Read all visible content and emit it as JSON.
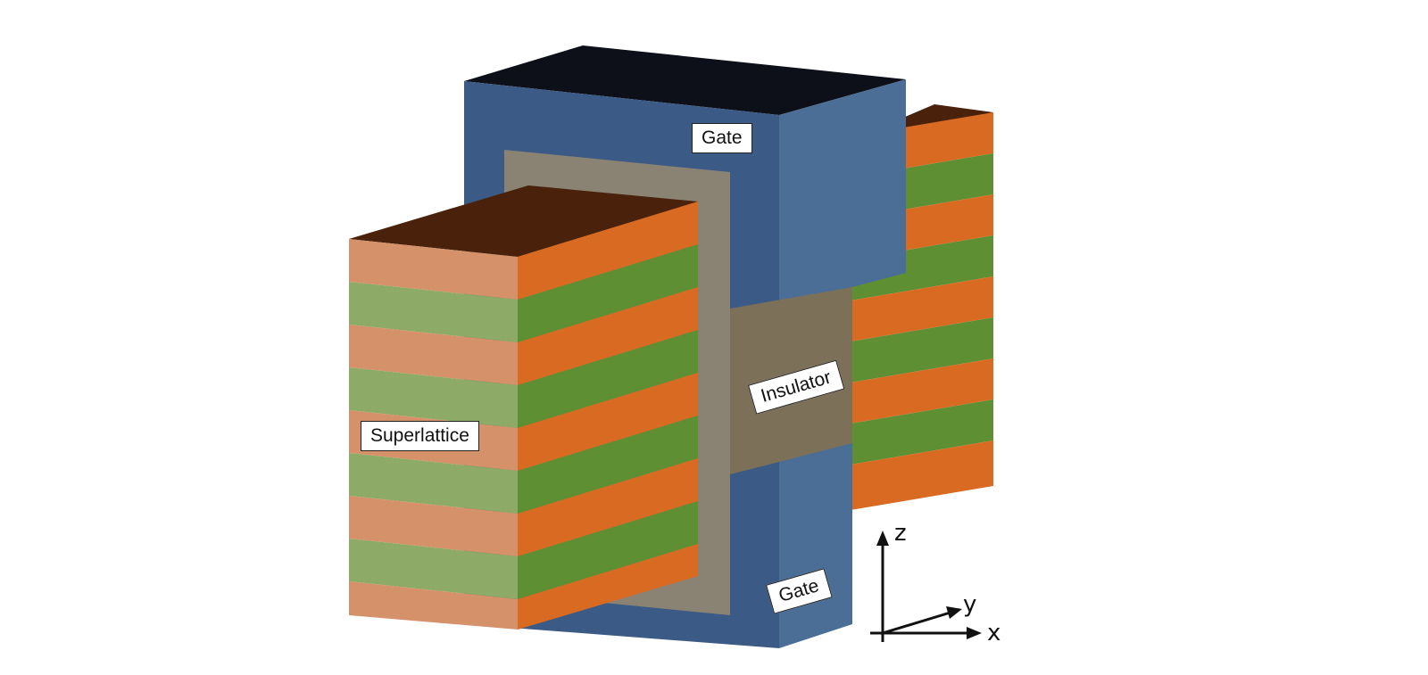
{
  "labels": {
    "gate_top": "Gate",
    "gate_bottom": "Gate",
    "insulator": "Insulator",
    "superlattice": "Superlattice"
  },
  "axes": {
    "z": "z",
    "y": "y",
    "x": "x"
  },
  "colors": {
    "gate_front": "#3b5a85",
    "gate_side": "#4a6e96",
    "gate_top": "#0d1018",
    "insulator_face": "#8a8273",
    "insulator_side": "#7c7058",
    "layer_orange_front": "#d4916a",
    "layer_orange_side": "#d96a22",
    "layer_green_front": "#8dab66",
    "layer_green_side": "#5f8f33",
    "superlattice_top": "#4a220b"
  }
}
